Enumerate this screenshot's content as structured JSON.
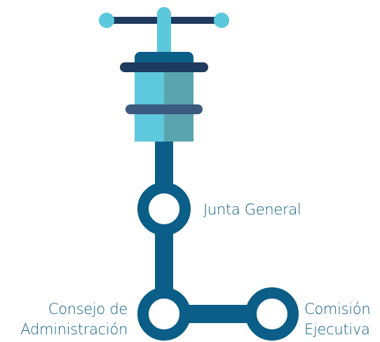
{
  "colors": {
    "pipe": "#0b5e87",
    "node_fill": "#ffffff",
    "label_text": "#0b5e87",
    "handle_bar": "#1e3a5f",
    "handle_light": "#5bc8dc",
    "cylinder_light": "#5ec9dc",
    "cylinder_shade": "#5aa5ad",
    "cylinder_top": "#0b5e87",
    "ring_dark": "#1e3a5f",
    "ring_mid": "#3a5a80"
  },
  "icon": "valve-key-icon",
  "nodes": {
    "junta_general": {
      "label": "Junta General"
    },
    "consejo": {
      "line1": "Consejo de",
      "line2": "Administración"
    },
    "comision": {
      "line1": "Comisión",
      "line2": "Ejecutiva"
    }
  }
}
